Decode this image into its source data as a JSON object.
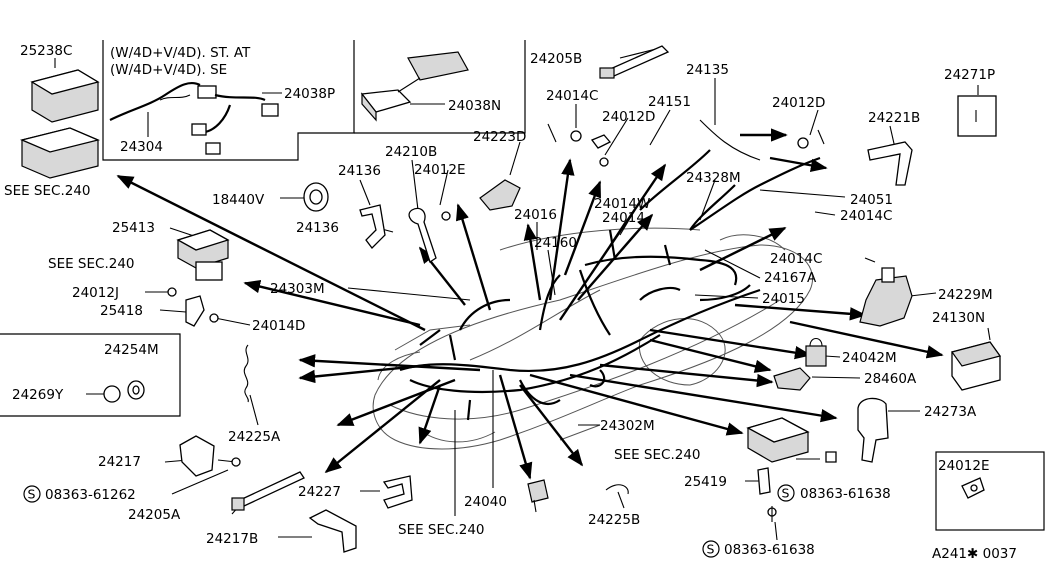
{
  "diagram": {
    "drawing_id": "A241✱ 0037",
    "inset_notes": {
      "line1": "(W/4D+V/4D). ST. AT",
      "line2": "(W/4D+V/4D). SE"
    },
    "see_sec": "SEE SEC.240",
    "screw_symbol": "S",
    "labels": {
      "p25238C": "25238C",
      "p24038P": "24038P",
      "p24304": "24304",
      "p24038N": "24038N",
      "p24205B": "24205B",
      "p24135": "24135",
      "p24271P": "24271P",
      "p24014C_top": "24014C",
      "p24012D_top": "24012D",
      "p24151": "24151",
      "p24012D_mid": "24012D",
      "p24223D": "24223D",
      "p24221B": "24221B",
      "p24210B": "24210B",
      "p24012E": "24012E",
      "p24136_top": "24136",
      "p24328M": "24328M",
      "p18440V": "18440V",
      "p24014W": "24014W",
      "p24051": "24051",
      "p24016": "24016",
      "p24014": "24014",
      "p24014C_right": "24014C",
      "p24136_mid": "24136",
      "p25413": "25413",
      "p24160": "24160",
      "p24014C_right2": "24014C",
      "p24167A": "24167A",
      "p24012J": "24012J",
      "p24303M": "24303M",
      "p24015": "24015",
      "p24229M": "24229M",
      "p25418": "25418",
      "p24014D": "24014D",
      "p24130N": "24130N",
      "p24254M": "24254M",
      "p24042M": "24042M",
      "p24269Y": "24269Y",
      "p28460A": "28460A",
      "p24225A": "24225A",
      "p24273A": "24273A",
      "p24302M": "24302M",
      "p24217": "24217",
      "p24012E_box": "24012E",
      "screw_a": "08363-61262",
      "p24227": "24227",
      "p24040": "24040",
      "p25419": "25419",
      "screw_b": "08363-61638",
      "p24205A": "24205A",
      "p24225B": "24225B",
      "p24217B": "24217B",
      "screw_c": "08363-61638"
    }
  }
}
